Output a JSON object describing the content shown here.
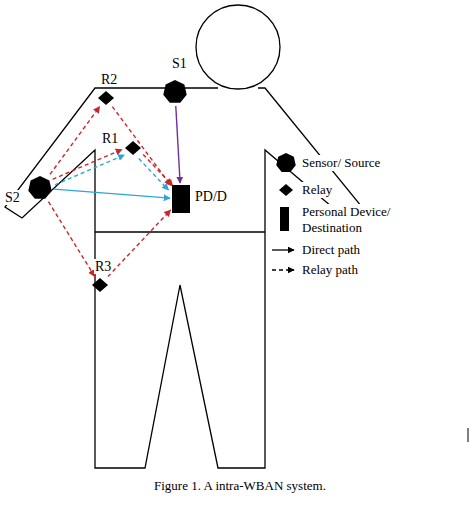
{
  "diagram": {
    "caption": "Figure 1. A intra-WBAN system.",
    "nodes": [
      {
        "text": [
          "S1"
        ]
      },
      {
        "text": [
          "R2"
        ]
      },
      {
        "text": [
          "R1"
        ]
      },
      {
        "text": [
          "S2"
        ]
      },
      {
        "text": [
          "PD/D"
        ]
      },
      {
        "text": [
          "R3"
        ]
      }
    ],
    "edges": [
      {
        "from": 0,
        "to": 4,
        "arrow": "to"
      },
      {
        "from": 3,
        "to": 1,
        "arrow": "to"
      },
      {
        "from": 1,
        "to": 4,
        "arrow": "to"
      },
      {
        "from": 3,
        "to": 2,
        "arrow": "to"
      },
      {
        "from": 3,
        "to": 2,
        "arrow": "to"
      },
      {
        "from": 2,
        "to": 4,
        "arrow": "to"
      },
      {
        "from": 2,
        "to": 4,
        "arrow": "to"
      },
      {
        "from": 3,
        "to": 4,
        "arrow": "to"
      },
      {
        "from": 3,
        "to": 5,
        "arrow": "to"
      },
      {
        "from": 5,
        "to": 4,
        "arrow": "to"
      }
    ],
    "legend": [
      {
        "text": "Sensor/ Source"
      },
      {
        "text": "Relay"
      },
      {
        "text": "Personal Device/ Destination"
      },
      {
        "text": "Direct path"
      },
      {
        "text": "Relay path"
      }
    ]
  }
}
